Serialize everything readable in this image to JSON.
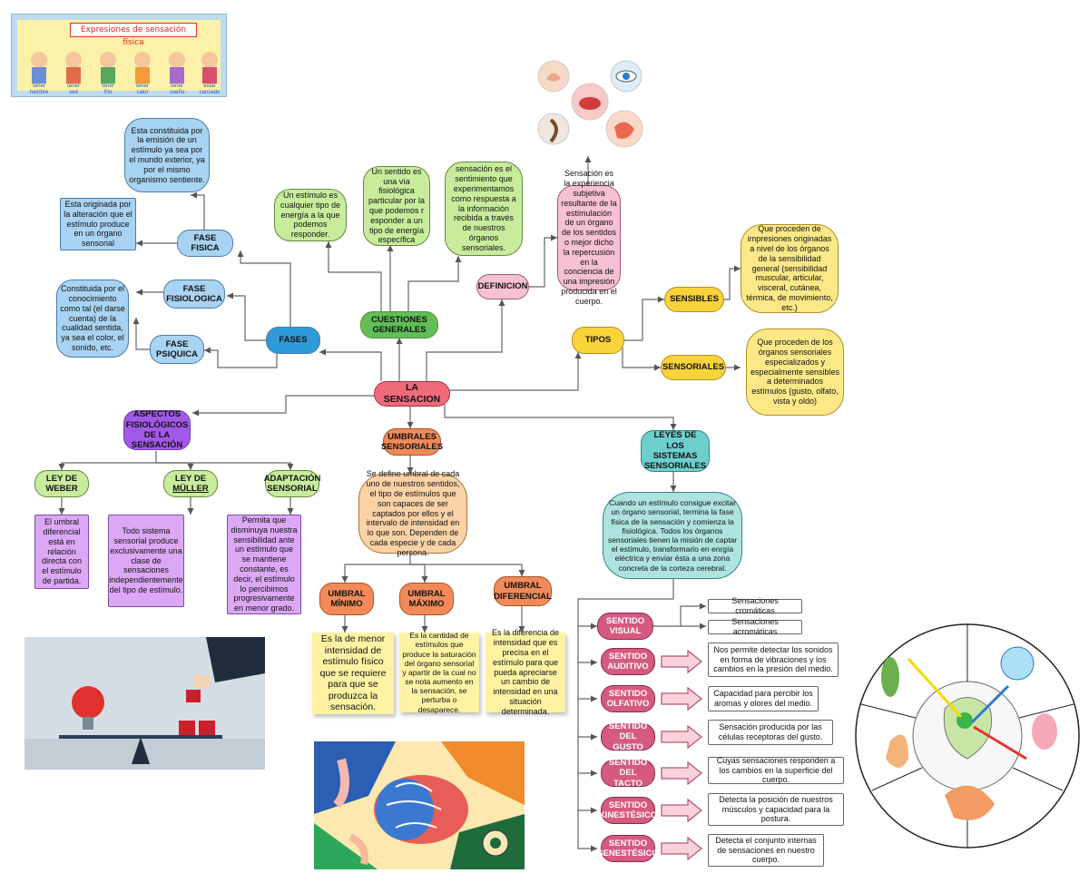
{
  "banner": {
    "title": "Expresiones de sensación física",
    "labels": [
      "tener\nhambre",
      "tener\nsed",
      "tener\nfrío",
      "tener\ncalor",
      "tener\nsueño",
      "estar\ncansado"
    ]
  },
  "center": "LA SENSACION",
  "fases": {
    "label": "FASES",
    "fisica": "FASE FISICA",
    "fisiologica": "FASE FISIOLOGICA",
    "psiquica": "FASE PSIQUICA",
    "fisica_desc": "Esta constituida por la emisión de un estímulo ya sea por el mundo exterior, ya por el mismo organismo sentiente.",
    "fisiologica_desc": "Esta originada por la alteración que el estímulo produce en un órgano   sensorial",
    "psiquica_desc": "Constituida por el conocimiento como tal (el darse cuenta) de la cualidad sentida, ya sea el color, el sonido, etc."
  },
  "cuestiones": {
    "label": "CUESTIONES GENERALES",
    "estimulo": "Un estímulo es cualquier tipo de energía a la que podemos responder.",
    "sentido": "Un sentido es una vía fisiológica particular por la que podemos r esponder a un tipo de energía específica",
    "sensacion": "sensación es el sentimiento que experimentamos como respuesta a la información recibida a través de nuestros órganos sensoriales."
  },
  "definicion": {
    "label": "DEFINICION",
    "text": "Sensación es la experiencia subjetiva resultante de la estimulación de un órgano de los sentidos o mejor dicho la repercusión en la conciencia de una impresión producida en el cuerpo."
  },
  "tipos": {
    "label": "TIPOS",
    "sensibles": "SENSIBLES",
    "sensoriales": "SENSORIALES",
    "sensibles_desc": "Que  proceden  de impresiones  originadas  a nivel  de  los  órganos  de  la sensibilidad  general (sensibilidad muscular, articular, visceral, cutánea, térmica, de movimiento, etc.)",
    "sensoriales_desc": "Que  proceden  de  los órganos  sensoriales especializados  y especialmente sensibles  a determinados estímulos (gusto, olfato, vista y oldo)"
  },
  "aspectos": {
    "label": "ASPECTOS FISIOLÓGICOS DE LA SENSACIÓN",
    "weber": "LEY DE WEBER",
    "muller_prefix": "LEY DE",
    "muller_name": "MÜLLER",
    "adaptacion": "ADAPTACIÓN SENSORIAL",
    "weber_desc": "El umbral diferencial está en relación directa con el estímulo de partida.",
    "muller_desc": "Todo sistema sensorial produce exclusivamente una clase de sensaciones independientemente del tipo de estímulo.",
    "adaptacion_desc": "Permita que disminuya nuestra sensibilidad ante un estímulo que se mantiene constante, es decir, el estímulo lo percibimos progresivamente en menor grado."
  },
  "umbrales": {
    "label": "UMBRALES SENSORIALES",
    "desc": "Se define umbral de cada uno de nuestros sentidos, el tipo de estímulos que son capaces de ser captados por ellos y el intervalo de intensidad en lo que son. Dependen de cada especie y de cada persona.",
    "minimo": "UMBRAL MÍNIMO",
    "maximo": "UMBRAL MÁXIMO",
    "diferencial": "UMBRAL DIFERENCIAL",
    "minimo_desc": "Es la de menor intensidad de estímulo físico que se requiere para que se produzca la sensación.",
    "maximo_desc": "Es la cantidad de estímulos que produce la saturación del órgano sensorial  y apartir de la cual no se nota aumento en la sensación, se perturba o desaparece.",
    "diferencial_desc": "Es la diferencia de intensidad que es precisa en el estímulo para que pueda apreciarse un cambio de intensidad en una situación determinada."
  },
  "leyes": {
    "label": "LEYES DE LOS SISTEMAS SENSORIALES",
    "desc": "Cuando un estímulo consigue excitar  un órgano sensorial, termina la fase física de la sensación y comienza la fisiológica. Todos los  órganos sensoriales tienen la misión de captar el estímulo, transformarlo en enrgía eléctrica y enviar ésta a una zona concreta de la corteza cerebral."
  },
  "sentidos": [
    {
      "name": "SENTIDO VISUAL",
      "desc": ""
    },
    {
      "name": "SENTIDO AUDITIVO",
      "desc": "Nos permite detectar los sonidos en forma de vibraciones y los cambios en la presión del medio."
    },
    {
      "name": "SENTIDO OLFATIVO",
      "desc": "Capacidad para percibir los aromas y olores del medio."
    },
    {
      "name": "SENTIDO DEL GUSTO",
      "desc": "Sensación producida por las células receptoras del gusto."
    },
    {
      "name": "SENTIDO DEL TACTO",
      "desc": "Cuyas sensaciones responden a los cambios en la superficie del cuerpo."
    },
    {
      "name": "SENTIDO KINESTÉSICO",
      "desc": "Detecta la posición de nuestros músculos y capacidad para la postura."
    },
    {
      "name": "SENTIDO SENESTÉSICO",
      "desc": "Detecta el conjunto internas de sensaciones en nuestro cuerpo."
    }
  ],
  "visual": {
    "cromaticas": "Sensaciones cromáticas",
    "acromaticas": "Sensaciones acromáticas"
  },
  "colors": {
    "blue": "#a9d3f2",
    "green": "#c8ec9c",
    "pink": "#f6c0d5",
    "yellow": "#fde888",
    "orange": "#f08a58",
    "teal": "#6dcfcc",
    "purple": "#c59af0",
    "rose": "#d65a80"
  }
}
